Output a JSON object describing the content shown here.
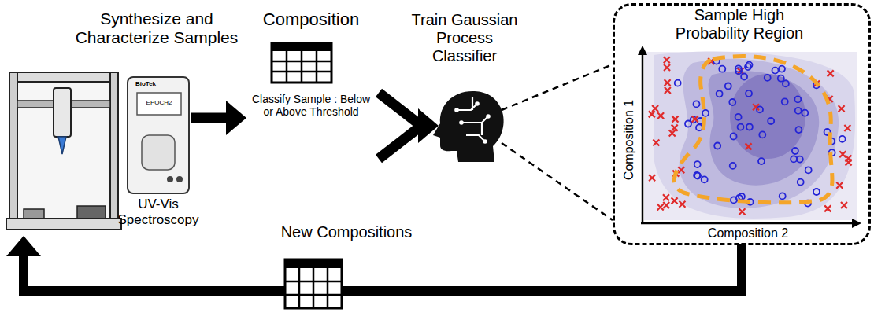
{
  "diagram": {
    "nodes": [
      {
        "text": [
          "Synthesize and Characterize Samples"
        ]
      },
      {
        "text": [
          "Composition",
          "Classify Sample : Below or Above Threshold"
        ]
      },
      {
        "text": [
          "Train Gaussian Process Classifier"
        ]
      },
      {
        "text": [
          "Sample High Probability Region",
          "Composition 1",
          "Composition 2"
        ]
      },
      {
        "text": [
          "New Compositions"
        ]
      }
    ],
    "edges": [
      {
        "from": 0,
        "to": 1,
        "arrow": "to"
      },
      {
        "from": 1,
        "to": 2,
        "arrow": "to"
      },
      {
        "from": 2,
        "to": 3,
        "arrow": "none"
      },
      {
        "from": 3,
        "to": 4,
        "arrow": "none"
      },
      {
        "from": 4,
        "to": 0,
        "arrow": "to"
      }
    ],
    "labels": [
      "UV-Vis Spectroscopy",
      "BioTek",
      "EPOCH2"
    ]
  }
}
